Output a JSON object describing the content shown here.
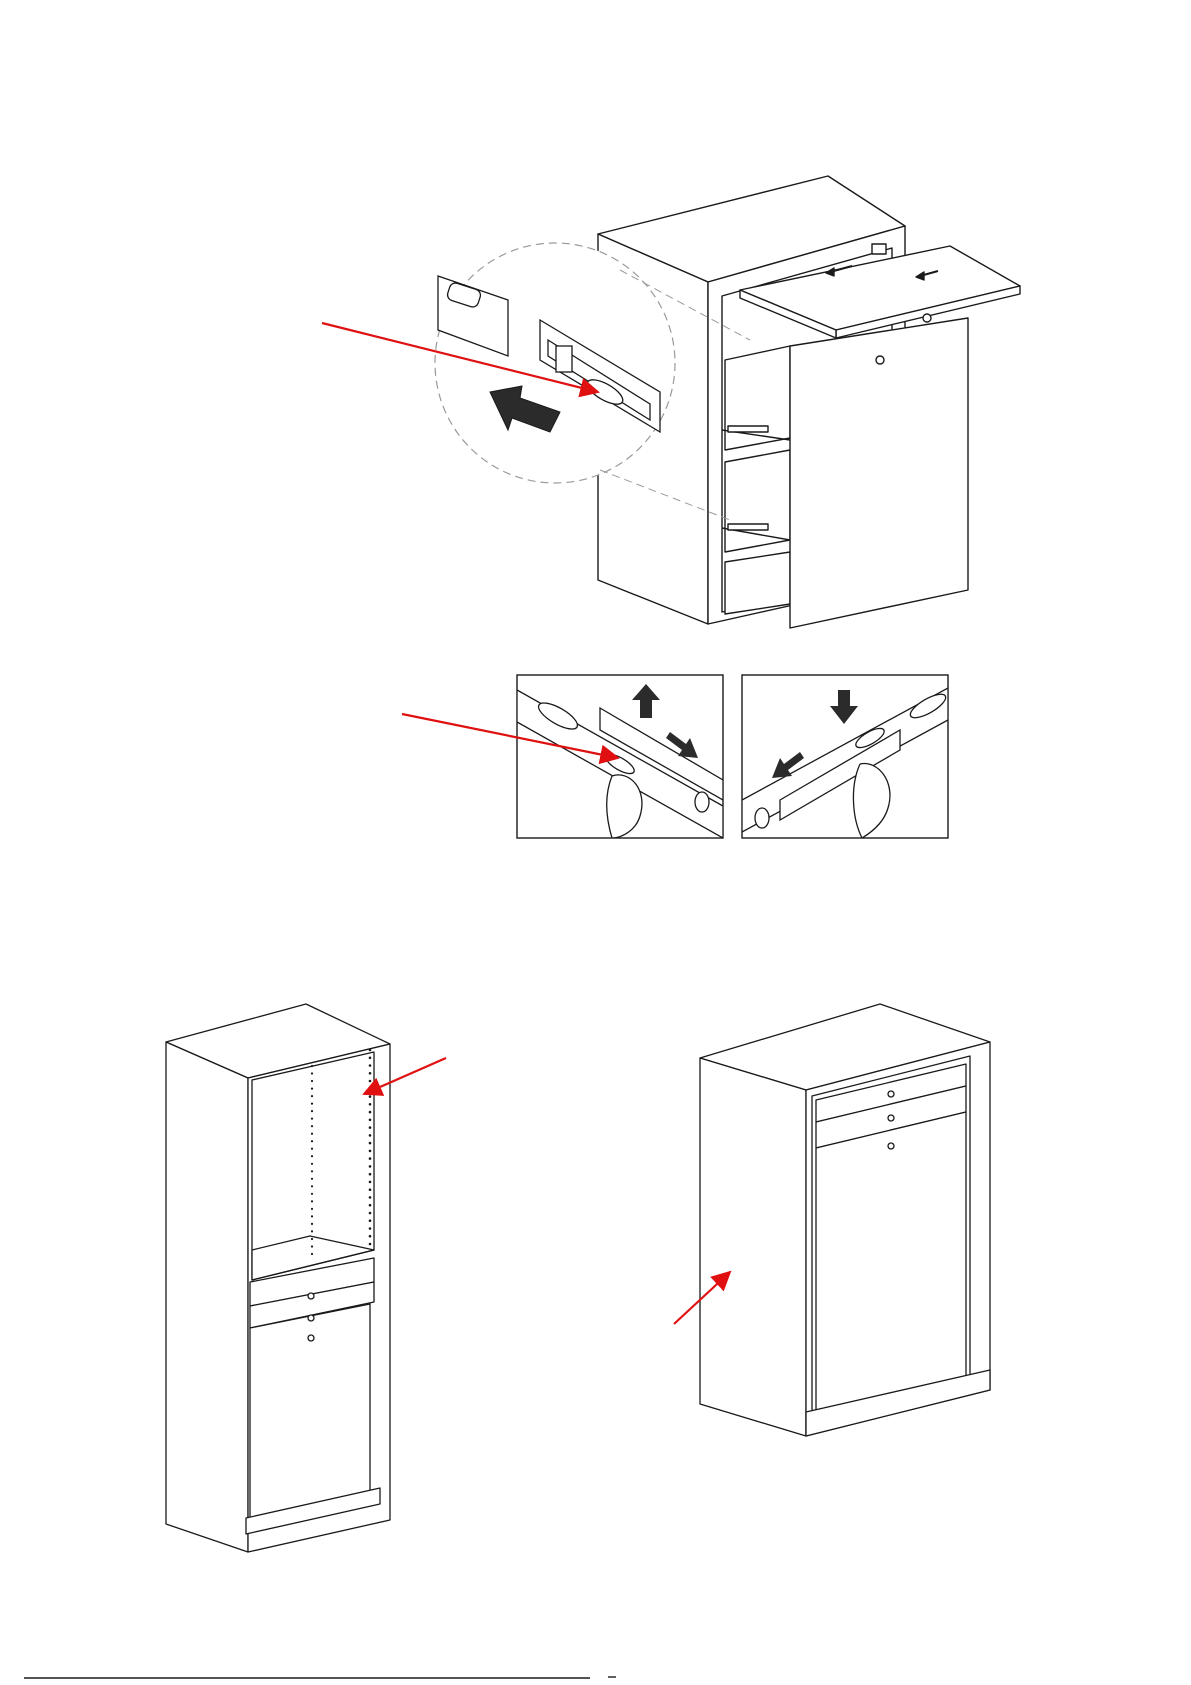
{
  "colors": {
    "line": "#1a1a1a",
    "callout": "#e01010",
    "arrow_fill": "#2b2b2b",
    "panel_fill": "#ffffff",
    "dash": "#9a9a9a"
  },
  "illustrations": [
    {
      "name": "drawer-cabinet-pull-out",
      "icons": [
        "drawer-slide-release-icon",
        "push-arrow-icon",
        "slide-in-arrow-icon"
      ]
    },
    {
      "name": "slide-lever-release-detail",
      "icons": [
        "arrow-up-icon",
        "arrow-down-right-icon"
      ]
    },
    {
      "name": "slide-lever-engage-detail",
      "icons": [
        "arrow-down-icon",
        "arrow-down-left-icon"
      ]
    },
    {
      "name": "tall-cabinet-shelf-holes",
      "icons": [
        "shelf-peg-holes-icon"
      ]
    },
    {
      "name": "base-cabinet-side-panel",
      "icons": [
        "side-panel-icon"
      ]
    }
  ],
  "callouts": [
    "release-lever",
    "lever-hold",
    "shelf-holes",
    "side-panel"
  ]
}
